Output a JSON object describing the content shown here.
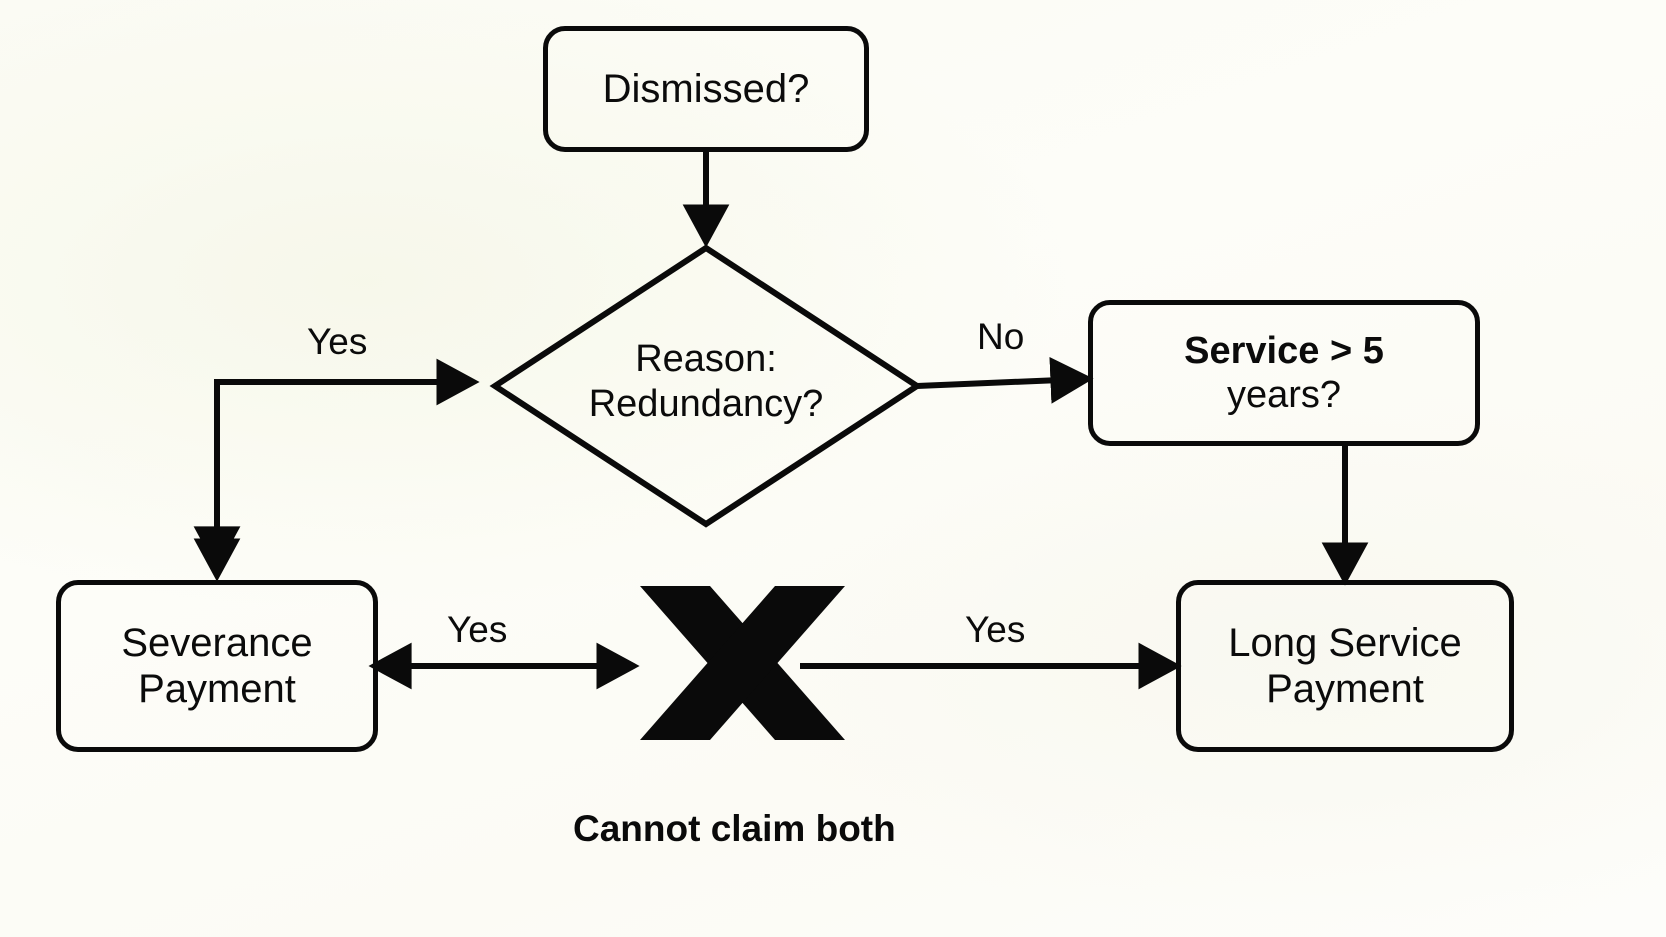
{
  "diagram": {
    "title_caption": "Cannot claim both",
    "background_color": "#fbfbf4",
    "stroke_color": "#0a0a0a",
    "nodes": {
      "dismissed": {
        "label": "Dismissed?",
        "shape": "rounded-rectangle"
      },
      "reason": {
        "label": "Reason:\nRedundancy?",
        "shape": "diamond"
      },
      "service": {
        "label_bold": "Service > 5",
        "label_rest": "years?",
        "shape": "rounded-rectangle"
      },
      "severance": {
        "label": "Severance\nPayment",
        "shape": "rounded-rectangle"
      },
      "long_service": {
        "label": "Long Service\nPayment",
        "shape": "rounded-rectangle"
      },
      "cross": {
        "label": "cross-mark",
        "shape": "x-mark"
      }
    },
    "edges": {
      "dismissed_to_reason": {
        "label": ""
      },
      "reason_yes": {
        "label": "Yes"
      },
      "reason_no": {
        "label": "No"
      },
      "service_to_long_service": {
        "label": ""
      },
      "severance_to_cross": {
        "label": "Yes"
      },
      "cross_to_long_service": {
        "label": "Yes"
      }
    }
  }
}
